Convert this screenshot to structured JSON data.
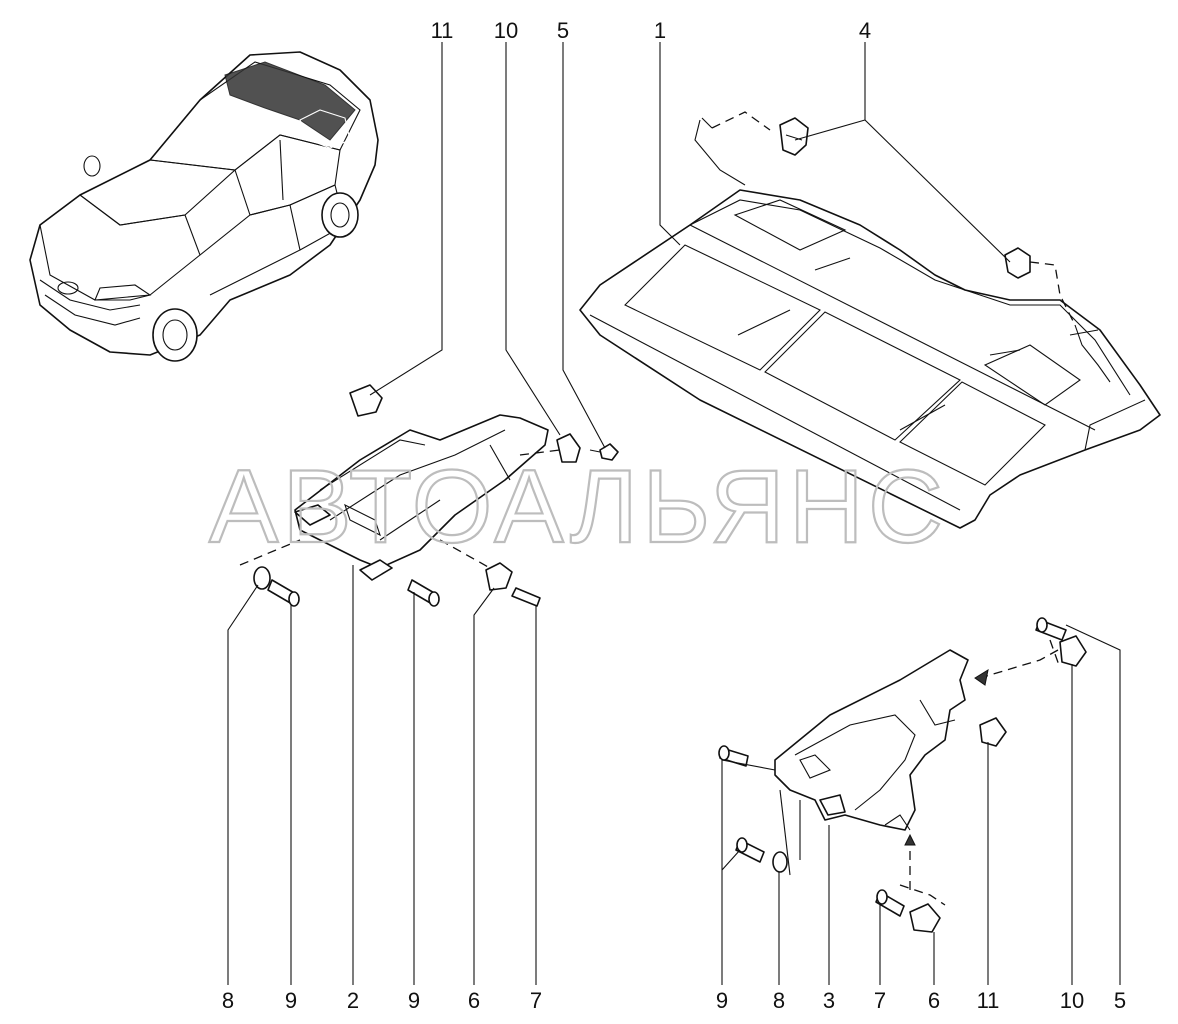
{
  "watermark": "АВТОАЛЬЯНС",
  "callouts": {
    "top_11": "11",
    "top_10": "10",
    "top_5": "5",
    "top_1": "1",
    "top_4": "4",
    "left_8": "8",
    "left_9a": "9",
    "left_2": "2",
    "left_9b": "9",
    "left_6": "6",
    "left_7": "7",
    "right_9": "9",
    "right_8": "8",
    "right_3": "3",
    "right_7": "7",
    "right_6": "6",
    "right_11": "11",
    "right_10": "10",
    "right_5": "5"
  }
}
